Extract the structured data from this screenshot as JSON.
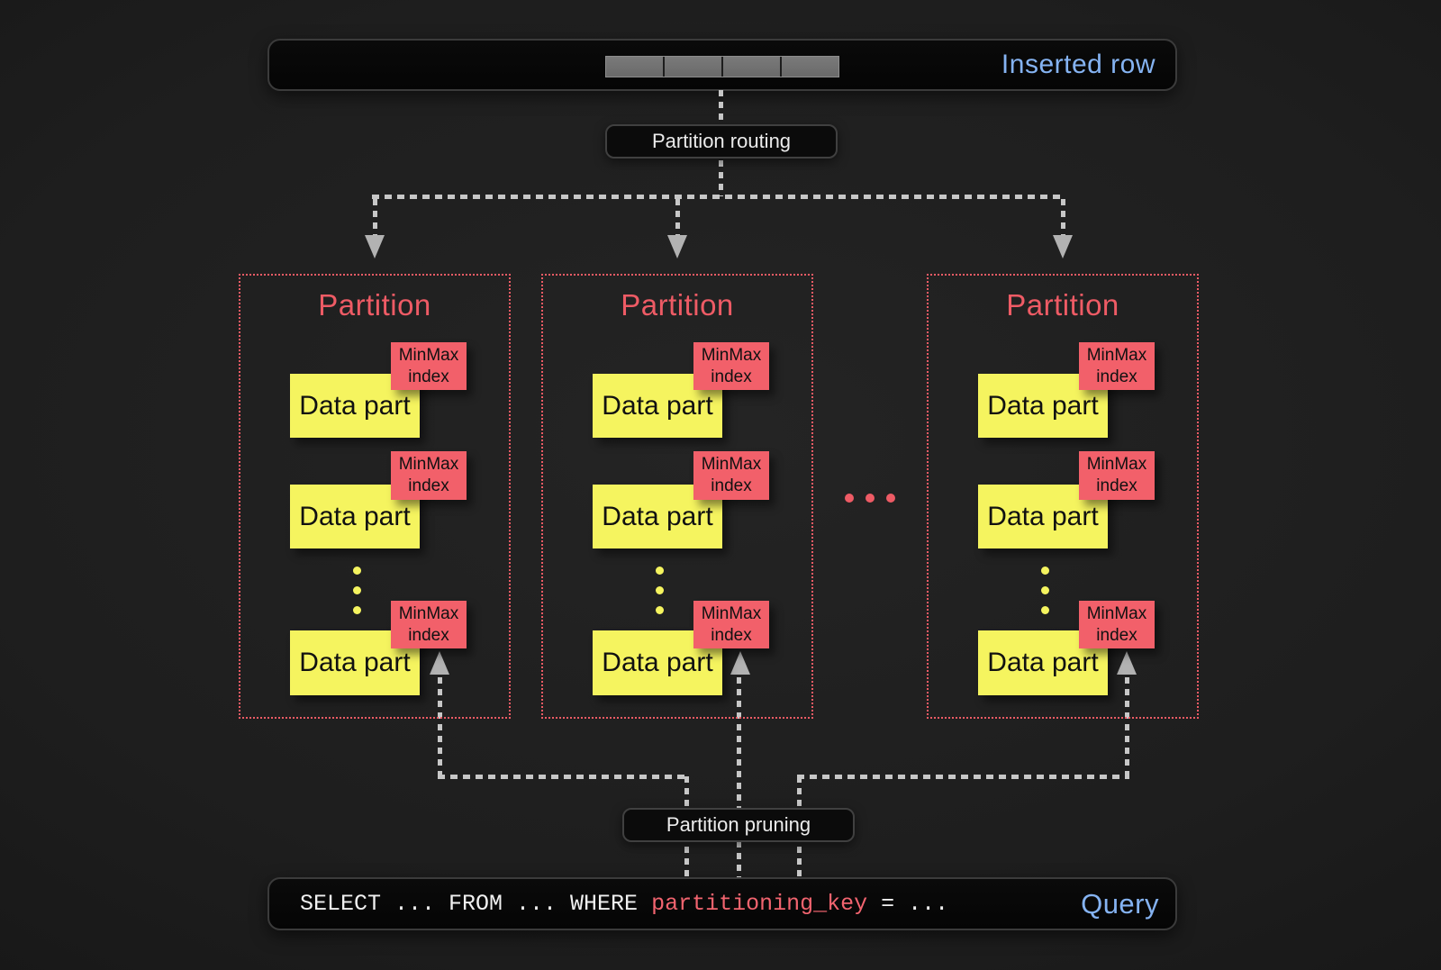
{
  "inserted_row": {
    "label": "Inserted row",
    "cell_count": 4
  },
  "flow": {
    "routing_label": "Partition routing",
    "pruning_label": "Partition pruning"
  },
  "partitions": [
    {
      "title": "Partition",
      "parts": [
        {
          "label": "Data part",
          "minmax": "MinMax index"
        },
        {
          "label": "Data part",
          "minmax": "MinMax index"
        },
        {
          "label": "Data part",
          "minmax": "MinMax index"
        }
      ]
    },
    {
      "title": "Partition",
      "parts": [
        {
          "label": "Data part",
          "minmax": "MinMax index"
        },
        {
          "label": "Data part",
          "minmax": "MinMax index"
        },
        {
          "label": "Data part",
          "minmax": "MinMax index"
        }
      ]
    },
    {
      "title": "Partition",
      "parts": [
        {
          "label": "Data part",
          "minmax": "MinMax index"
        },
        {
          "label": "Data part",
          "minmax": "MinMax index"
        },
        {
          "label": "Data part",
          "minmax": "MinMax index"
        }
      ]
    }
  ],
  "query": {
    "sql_prefix": "SELECT ... FROM ... WHERE ",
    "sql_key": "partitioning_key",
    "sql_suffix": " = ...",
    "label": "Query"
  },
  "colors": {
    "background": "#1f1f1f",
    "panel_black": "#0a0a0a",
    "accent_red": "#ee5b65",
    "minmax_red": "#f2606a",
    "data_yellow": "#f5f45f",
    "label_blue": "#85b3f2",
    "line_gray": "#c7c7c7",
    "sql_white": "#f0f0f0"
  }
}
